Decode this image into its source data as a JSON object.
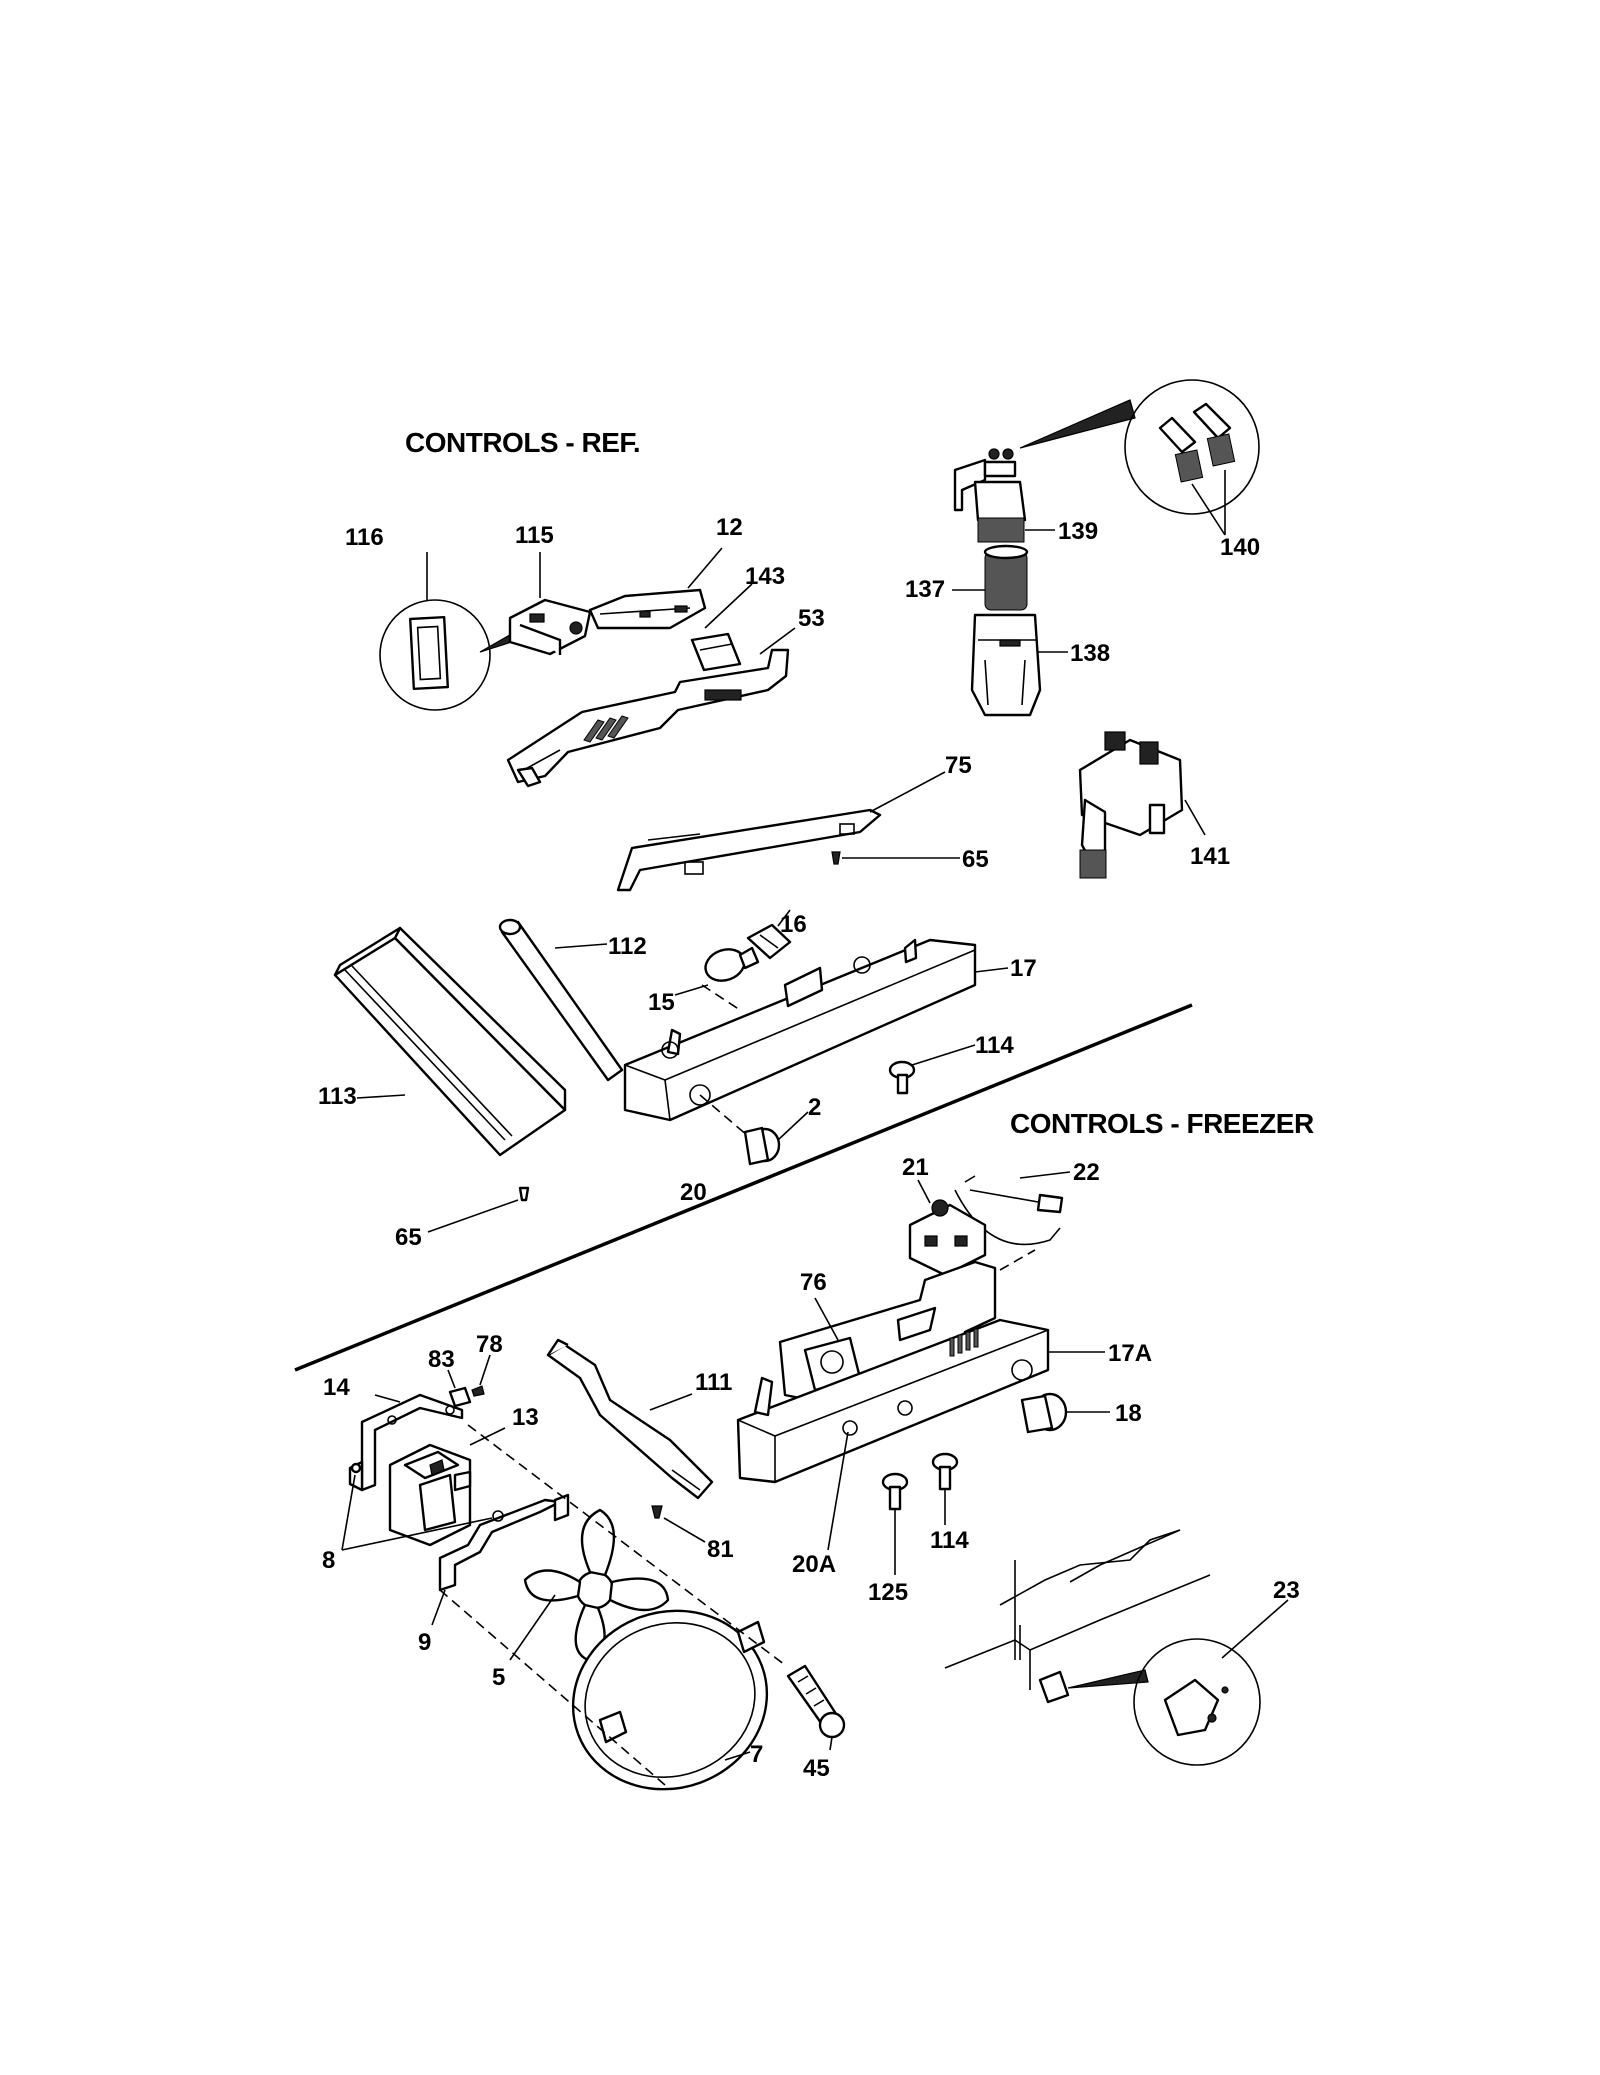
{
  "titles": {
    "ref": "CONTROLS - REF.",
    "freezer": "CONTROLS - FREEZER"
  },
  "labels": {
    "p116": "116",
    "p115": "115",
    "p12": "12",
    "p143": "143",
    "p53": "53",
    "p139": "139",
    "p140": "140",
    "p137": "137",
    "p138": "138",
    "p141": "141",
    "p75": "75",
    "p65a": "65",
    "p112": "112",
    "p16": "16",
    "p15": "15",
    "p17": "17",
    "p114a": "114",
    "p113": "113",
    "p2": "2",
    "p20": "20",
    "p65b": "65",
    "p21": "21",
    "p22": "22",
    "p76": "76",
    "p17a": "17A",
    "p18": "18",
    "p83": "83",
    "p78": "78",
    "p14": "14",
    "p13": "13",
    "p111": "111",
    "p8": "8",
    "p81": "81",
    "p20a": "20A",
    "p125": "125",
    "p114b": "114",
    "p9": "9",
    "p5": "5",
    "p7": "7",
    "p45": "45",
    "p23": "23"
  }
}
